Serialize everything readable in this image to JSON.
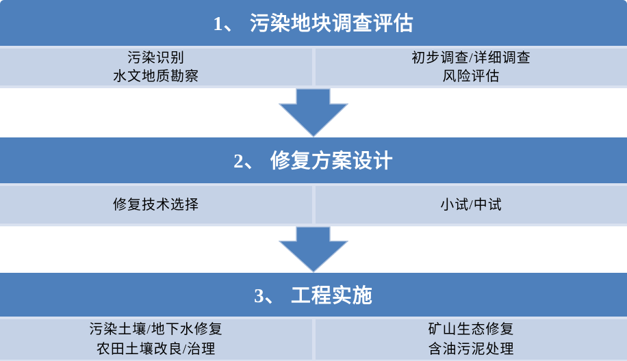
{
  "diagram": {
    "type": "flowchart",
    "direction": "top-down",
    "description": "Three-stage contaminated land remediation process flow"
  },
  "colors": {
    "header_bg": "#4E80BC",
    "cell_bg": "#C5D2E6",
    "gap_strip": "#D9E1F0",
    "column_divider": "#D7DFEF",
    "header_text": "#FFFFFF",
    "body_text": "#000000",
    "arrow_fill": "#4E80BC",
    "arrow_outline": "#A9BEDC",
    "page_background": "#FFFFFF"
  },
  "icons": {
    "flow_arrow": "down-arrow-icon"
  },
  "sections": [
    {
      "title": "1、 污染地块调查评估",
      "left_items": [
        "污染识别",
        "水文地质勘察"
      ],
      "right_items": [
        "初步调查/详细调查",
        "风险评估"
      ]
    },
    {
      "title": "2、 修复方案设计",
      "left_items": [
        "修复技术选择"
      ],
      "right_items": [
        "小试/中试"
      ]
    },
    {
      "title": "3、 工程实施",
      "left_items": [
        "污染土壤/地下水修复",
        "农田土壤改良/治理"
      ],
      "right_items": [
        "矿山生态修复",
        "含油污泥处理"
      ]
    }
  ]
}
